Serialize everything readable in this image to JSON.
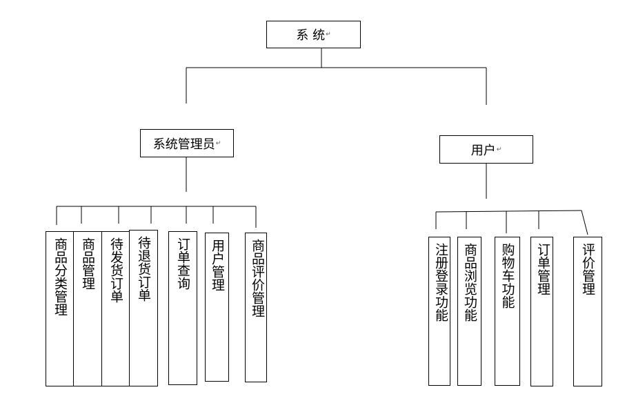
{
  "root": "系 统",
  "admin": {
    "title": "系统管理员",
    "modules": [
      "商品分类管理",
      "商品管理",
      "待发货订单",
      "待退货订单",
      "订单查询",
      "用户管理",
      "商品评价管理"
    ]
  },
  "user": {
    "title": "用户",
    "modules": [
      "注册登录功能",
      "商品浏览功能",
      "购物车功能",
      "订单管理",
      "评价管理"
    ]
  },
  "return_mark": "↵"
}
